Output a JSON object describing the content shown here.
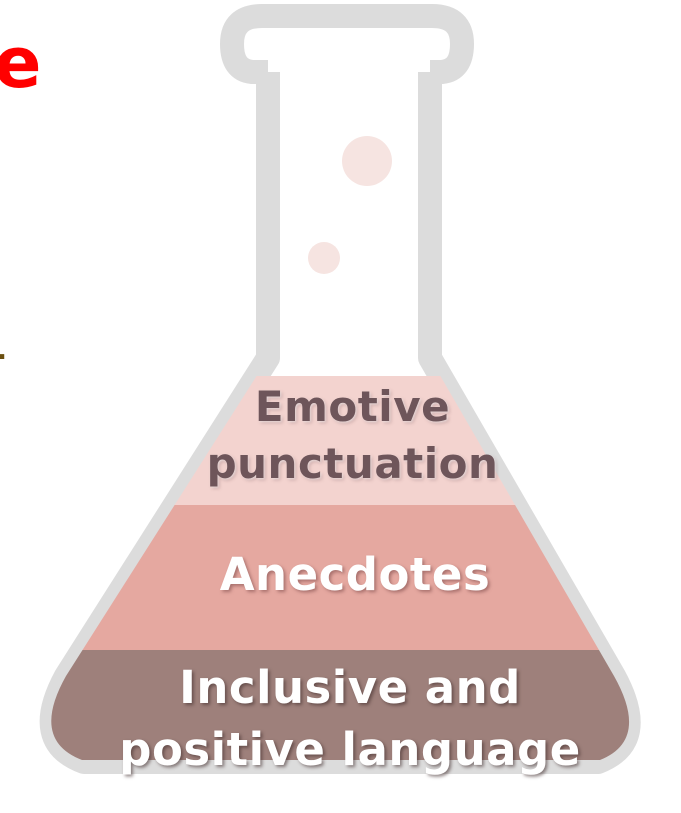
{
  "colors": {
    "flask_outline": "#dcdcdc",
    "bubble": "#f6e4e1",
    "layer_top": "#f3d3cf",
    "layer_middle": "#e5a8a0",
    "layer_bottom": "#9e807b",
    "edge_red": "#ff0000",
    "edge_dark": "#6b4f10"
  },
  "edge": {
    "red_glyph": "e",
    "dark_glyph": "."
  },
  "layers": {
    "top": {
      "line1": "Emotive",
      "line2": "punctuation"
    },
    "middle": {
      "label": "Anecdotes"
    },
    "bottom": {
      "line1": "Inclusive and",
      "line2": "positive language"
    }
  }
}
